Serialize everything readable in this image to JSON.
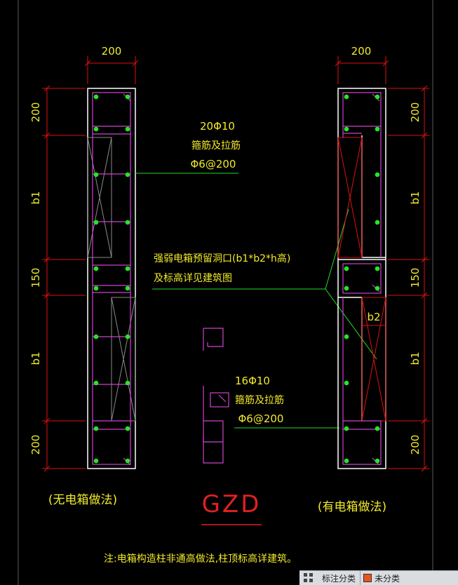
{
  "drawing_title": "GZD",
  "left_column": {
    "width_dim": "200",
    "dims": [
      "200",
      "b1",
      "150",
      "b1",
      "200"
    ],
    "caption": "(无电箱做法)",
    "leader": {
      "line1": "20Φ10",
      "line2": "箍筋及拉筋",
      "line3": "Φ6@200"
    }
  },
  "right_column": {
    "width_dim": "200",
    "dims": [
      "200",
      "b1",
      "150",
      "b1",
      "200"
    ],
    "caption": "(有电箱做法)",
    "opening_label": "b2"
  },
  "center_note": {
    "line1": "强弱电箱预留洞口(b1*b2*h高)",
    "line2": "及标高详见建筑图"
  },
  "tie_detail": {
    "line1": "16Φ10",
    "line2": "箍筋及拉筋",
    "line3": "Φ6@200"
  },
  "footnote": "注:电箱构造柱非通高做法,柱顶标高详建筑。",
  "statusbar": {
    "tab1": "标注分类",
    "tab2": "未分类"
  },
  "colors": {
    "background": "#000000",
    "outline": "#ffffff",
    "rebar": "#cc44cc",
    "bar_dot": "#22e822",
    "dimension": "#dd1111",
    "text": "#f2ea2a",
    "opening": "#dd1111",
    "leader": "#22dd22"
  }
}
